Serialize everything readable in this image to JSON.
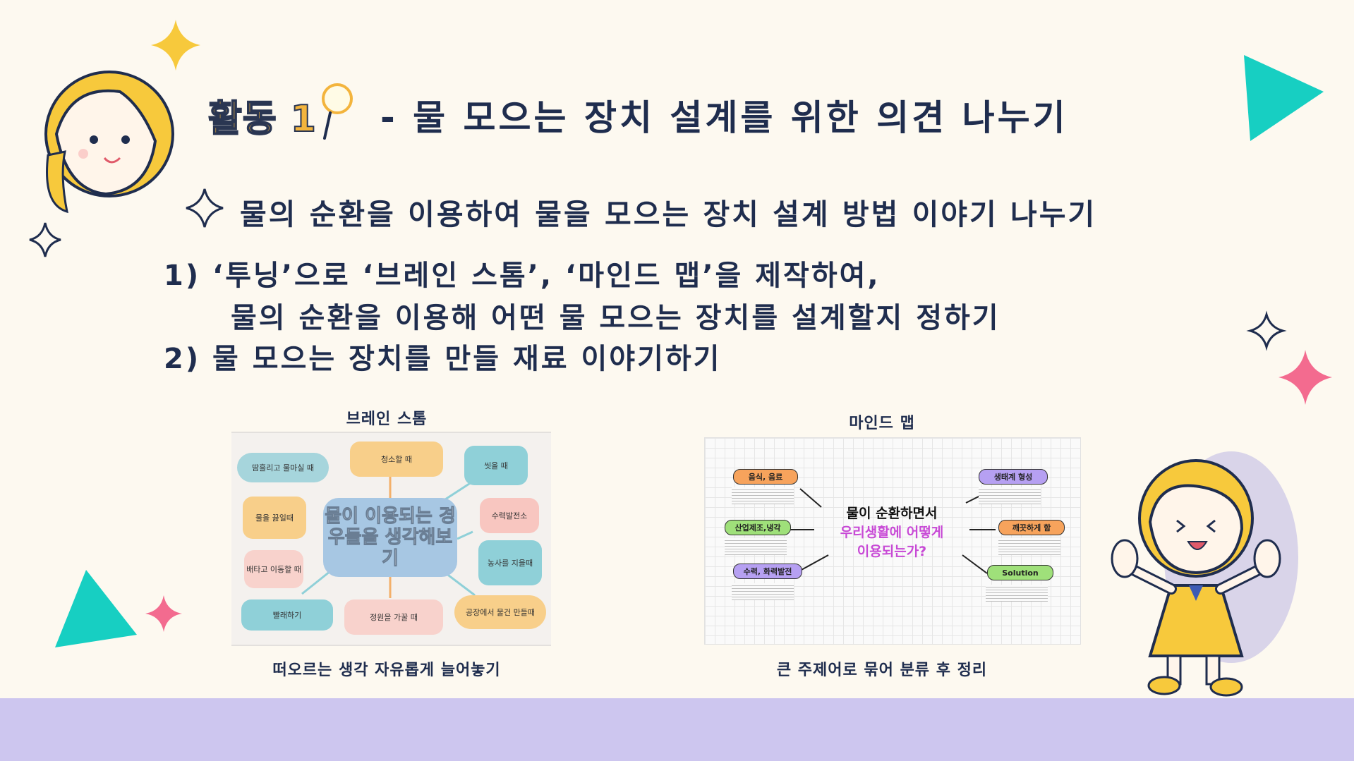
{
  "header": {
    "activity_label": "활동 1",
    "title": "- 물 모으는 장치 설계를 위한 의견 나누기"
  },
  "subtitle": "물의 순환을 이용하여 물을 모으는 장치 설계 방법 이야기 나누기",
  "steps": [
    {
      "line1": "1) ‘투닝’으로 ‘브레인 스톰’, ‘마인드 맵’을 제작하여,",
      "line2": "물의 순환을 이용해 어떤 물 모으는 장치를 설계할지 정하기"
    },
    {
      "line1": "2)  물 모으는 장치를 만들 재료 이야기하기"
    }
  ],
  "brainstorm": {
    "title": "브레인 스톰",
    "caption": "떠오르는 생각 자유롭게 늘어놓기",
    "center": "물이 이용되는 경우들을 생각해보기",
    "items": [
      "땀흘리고 물마실 때",
      "청소할 때",
      "씻을 때",
      "물을 끓일때",
      "수력발전소",
      "배타고 이동할 때",
      "농사를 지을때",
      "빨래하기",
      "정원을 가꿀 때",
      "공장에서 물건 만들때"
    ]
  },
  "mindmap": {
    "title": "마인드 맵",
    "caption": "큰 주제어로 묶어 분류 후 정리",
    "center_line1": "물이 순환하면서",
    "center_line2": "우리생활에 어떻게",
    "center_line3": "이용되는가?",
    "nodes": [
      "음식, 음료",
      "생태계 형성",
      "산업제조,냉각",
      "깨끗하게 함",
      "수력, 화력발전",
      "Solution"
    ]
  },
  "colors": {
    "background": "#fdf9f0",
    "footer": "#cdc6ef",
    "title_text": "#1f2d4e",
    "badge": "#f3b43d",
    "teal": "#17cfc2",
    "pink": "#f36b8f",
    "yellow": "#f7c93c"
  }
}
